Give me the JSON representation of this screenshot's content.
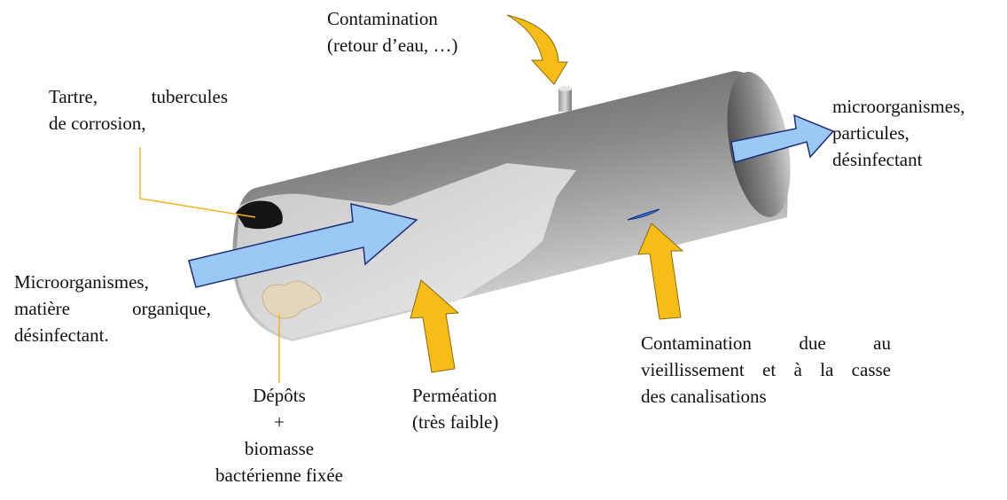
{
  "colors": {
    "pipe_dark": "#4a4a4a",
    "pipe_light": "#d6d6d6",
    "flow_arrow_fill": "#9cc8f5",
    "flow_arrow_stroke": "#1c2f7a",
    "contamination_arrow": "#f6bd16",
    "deposit": "#e3d6bd"
  },
  "labels": {
    "top_contamination": {
      "line1": "Contamination",
      "line2": "(retour d’eau, …)"
    },
    "scale": {
      "line1": "Tartre,    tubercules",
      "line2": "de corrosion,"
    },
    "inflow": {
      "line1": "Microorganismes,",
      "line2": "matière    organique,",
      "line3": "désinfectant."
    },
    "outflow": {
      "line1": "microorganismes,",
      "line2": "particules,",
      "line3": "désinfectant"
    },
    "deposits": {
      "line1": "Dépôts",
      "line2": "+",
      "line3": "biomasse",
      "line4": "bactérienne fixée"
    },
    "permeation": {
      "line1": "Perméation",
      "line2": "(très faible)"
    },
    "aging": {
      "line1": "Contamination   due   au",
      "line2": "vieillissement et à la casse",
      "line3": "des canalisations"
    }
  }
}
